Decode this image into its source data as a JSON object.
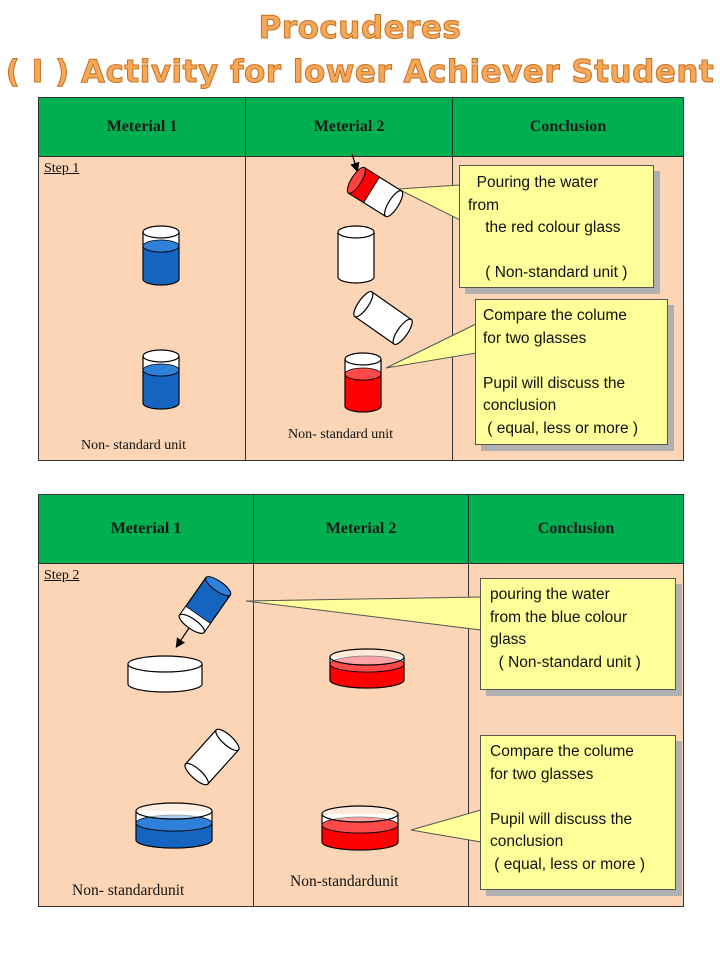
{
  "title": {
    "line1": "Procuderes",
    "line2": "( I ) Activity for lower Achiever Student"
  },
  "table1": {
    "headers": [
      "Meterial 1",
      "Meterial 2",
      "Conclusion"
    ],
    "step": "Step   1",
    "unit_col1": "Non- standard unit",
    "unit_col2": "Non- standard unit",
    "callout_pour": [
      "  Pouring the water",
      "from",
      "    the red colour glass",
      "",
      "    ( Non-standard unit )"
    ],
    "callout_compare": [
      "Compare the colume",
      "for two glasses",
      "",
      "Pupil will discuss the",
      "conclusion",
      " ( equal, less or more )"
    ]
  },
  "table2": {
    "headers": [
      "Meterial 1",
      "Meterial 2",
      "Conclusion"
    ],
    "step": "Step 2",
    "unit_col1": "Non- standardunit",
    "unit_col2": "Non-standardunit",
    "callout_pour": [
      "pouring the water",
      "from the blue colour",
      "glass",
      "  ( Non-standard unit )"
    ],
    "callout_compare": [
      "Compare the colume",
      "for two glasses",
      "",
      "Pupil will discuss the",
      "conclusion",
      " ( equal, less or more )"
    ]
  },
  "colors": {
    "title": "#f5a75a",
    "header_bg": "#00b050",
    "cell_bg": "#fbd5b5",
    "callout_bg": "#ffff99",
    "blue_water": "#1565c0",
    "red_water": "#ff0000"
  }
}
